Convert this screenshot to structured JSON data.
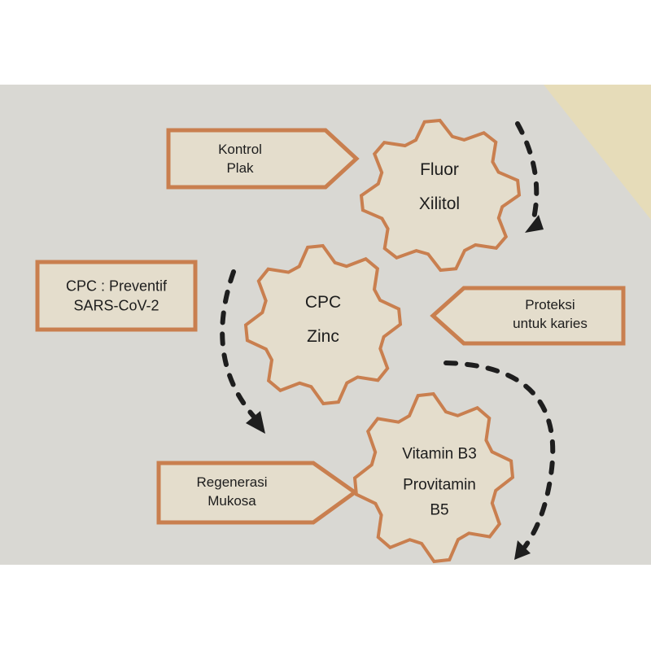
{
  "colors": {
    "background": "#d9d8d3",
    "accent_outline": "#c97f4f",
    "fill": "#e4ddcc",
    "arrow": "#1e1e1e",
    "corner": "#e6dcb9"
  },
  "boxes": {
    "kontrol_plak": [
      "Kontrol",
      "Plak"
    ],
    "cpc_preventif": [
      "CPC : Preventif",
      "SARS-CoV-2"
    ],
    "proteksi": [
      "Proteksi",
      "untuk karies"
    ],
    "regenerasi": [
      "Regenerasi",
      "Mukosa"
    ]
  },
  "gears": {
    "fluor_xilitol": [
      "Fluor",
      "Xilitol"
    ],
    "cpc_zinc": [
      "CPC",
      "Zinc"
    ],
    "vitamin": [
      "Vitamin B3",
      "Provitamin",
      "B5"
    ]
  }
}
